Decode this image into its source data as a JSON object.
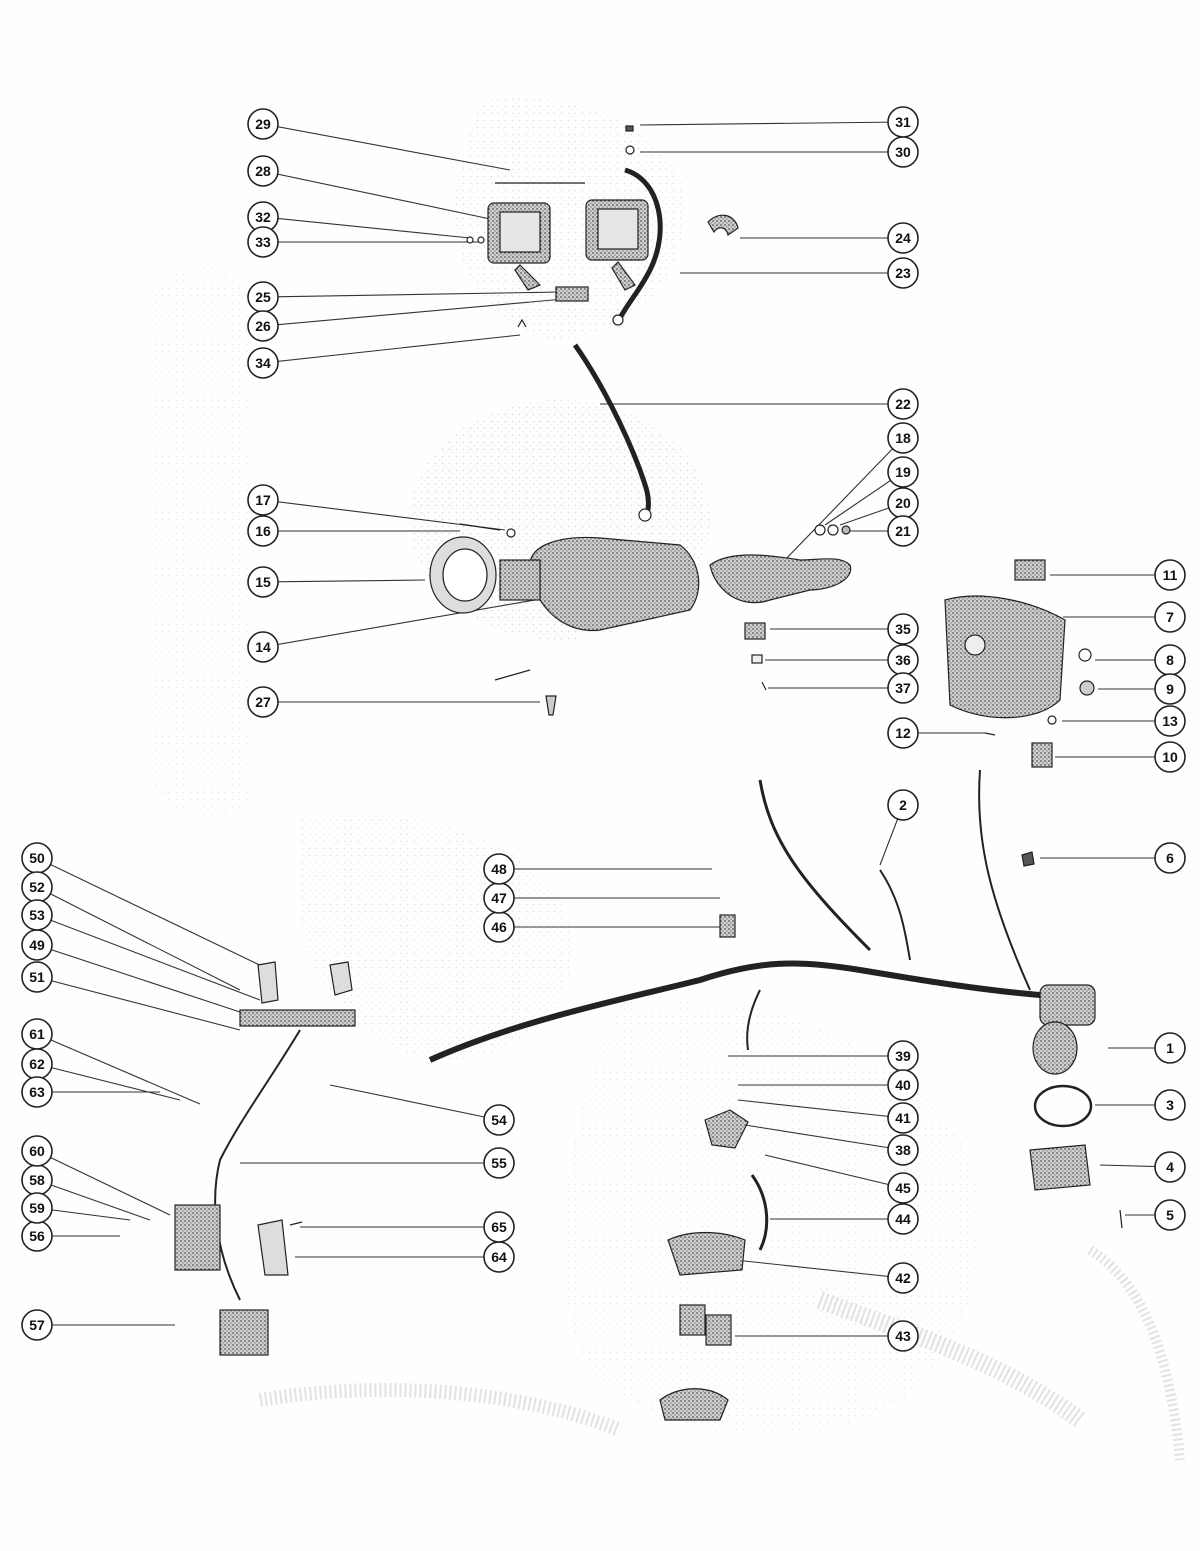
{
  "diagram": {
    "callouts": [
      {
        "id": "1",
        "label": "1"
      },
      {
        "id": "2",
        "label": "2"
      },
      {
        "id": "3",
        "label": "3"
      },
      {
        "id": "4",
        "label": "4"
      },
      {
        "id": "5",
        "label": "5"
      },
      {
        "id": "6",
        "label": "6"
      },
      {
        "id": "7",
        "label": "7"
      },
      {
        "id": "8",
        "label": "8"
      },
      {
        "id": "9",
        "label": "9"
      },
      {
        "id": "10",
        "label": "10"
      },
      {
        "id": "11",
        "label": "11"
      },
      {
        "id": "12",
        "label": "12"
      },
      {
        "id": "13",
        "label": "13"
      },
      {
        "id": "14",
        "label": "14"
      },
      {
        "id": "15",
        "label": "15"
      },
      {
        "id": "16",
        "label": "16"
      },
      {
        "id": "17",
        "label": "17"
      },
      {
        "id": "18",
        "label": "18"
      },
      {
        "id": "19",
        "label": "19"
      },
      {
        "id": "20",
        "label": "20"
      },
      {
        "id": "21",
        "label": "21"
      },
      {
        "id": "22",
        "label": "22"
      },
      {
        "id": "23",
        "label": "23"
      },
      {
        "id": "24",
        "label": "24"
      },
      {
        "id": "25",
        "label": "25"
      },
      {
        "id": "26",
        "label": "26"
      },
      {
        "id": "27",
        "label": "27"
      },
      {
        "id": "28",
        "label": "28"
      },
      {
        "id": "29",
        "label": "29"
      },
      {
        "id": "30",
        "label": "30"
      },
      {
        "id": "31",
        "label": "31"
      },
      {
        "id": "32",
        "label": "32"
      },
      {
        "id": "33",
        "label": "33"
      },
      {
        "id": "34",
        "label": "34"
      },
      {
        "id": "35",
        "label": "35"
      },
      {
        "id": "36",
        "label": "36"
      },
      {
        "id": "37",
        "label": "37"
      },
      {
        "id": "38",
        "label": "38"
      },
      {
        "id": "39",
        "label": "39"
      },
      {
        "id": "40",
        "label": "40"
      },
      {
        "id": "41",
        "label": "41"
      },
      {
        "id": "42",
        "label": "42"
      },
      {
        "id": "43",
        "label": "43"
      },
      {
        "id": "44",
        "label": "44"
      },
      {
        "id": "45",
        "label": "45"
      },
      {
        "id": "46",
        "label": "46"
      },
      {
        "id": "47",
        "label": "47"
      },
      {
        "id": "48",
        "label": "48"
      },
      {
        "id": "49",
        "label": "49"
      },
      {
        "id": "50",
        "label": "50"
      },
      {
        "id": "51",
        "label": "51"
      },
      {
        "id": "52",
        "label": "52"
      },
      {
        "id": "53",
        "label": "53"
      },
      {
        "id": "54",
        "label": "54"
      },
      {
        "id": "55",
        "label": "55"
      },
      {
        "id": "56",
        "label": "56"
      },
      {
        "id": "57",
        "label": "57"
      },
      {
        "id": "58",
        "label": "58"
      },
      {
        "id": "59",
        "label": "59"
      },
      {
        "id": "60",
        "label": "60"
      },
      {
        "id": "61",
        "label": "61"
      },
      {
        "id": "62",
        "label": "62"
      },
      {
        "id": "63",
        "label": "63"
      },
      {
        "id": "64",
        "label": "64"
      },
      {
        "id": "65",
        "label": "65"
      }
    ]
  }
}
